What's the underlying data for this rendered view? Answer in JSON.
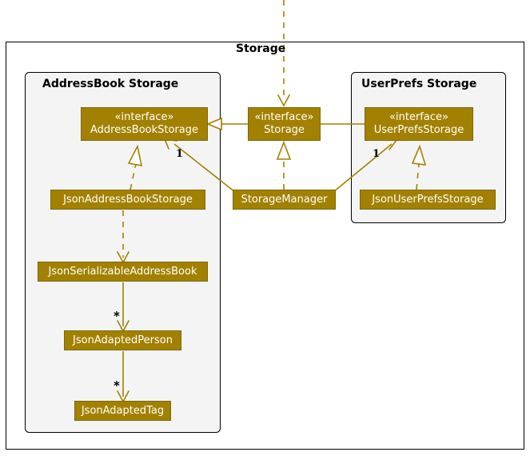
{
  "diagram": {
    "type": "uml-class-diagram",
    "background_color": "#FFFFFF",
    "class_fill_color": "#A28100",
    "class_border_color": "#7F6600",
    "class_text_color": "#FFFFFF",
    "connector_color": "#A28100",
    "package_fill_color": "#F4F4F4",
    "package_border_color": "#000000"
  },
  "packages": {
    "outer": {
      "title": "Storage"
    },
    "addressbook": {
      "title": "AddressBook Storage"
    },
    "userprefs": {
      "title": "UserPrefs Storage"
    }
  },
  "classes": {
    "address_book_storage": {
      "stereotype": "«interface»",
      "name": "AddressBookStorage"
    },
    "storage": {
      "stereotype": "«interface»",
      "name": "Storage"
    },
    "user_prefs_storage": {
      "stereotype": "«interface»",
      "name": "UserPrefsStorage"
    },
    "json_address_book_storage": {
      "stereotype": "",
      "name": "JsonAddressBookStorage"
    },
    "storage_manager": {
      "stereotype": "",
      "name": "StorageManager"
    },
    "json_user_prefs_storage": {
      "stereotype": "",
      "name": "JsonUserPrefsStorage"
    },
    "json_serializable_address_book": {
      "stereotype": "",
      "name": "JsonSerializableAddressBook"
    },
    "json_adapted_person": {
      "stereotype": "",
      "name": "JsonAdaptedPerson"
    },
    "json_adapted_tag": {
      "stereotype": "",
      "name": "JsonAdaptedTag"
    }
  },
  "multiplicities": {
    "storagemanager_to_addressbookstorage": "1",
    "storagemanager_to_userprefsstorage": "1",
    "serializable_to_person": "*",
    "person_to_tag": "*"
  },
  "relationships": [
    {
      "from": "Storage",
      "to": "AddressBookStorage",
      "kind": "generalization"
    },
    {
      "from": "Storage",
      "to": "UserPrefsStorage",
      "kind": "generalization"
    },
    {
      "from": "JsonAddressBookStorage",
      "to": "AddressBookStorage",
      "kind": "realization"
    },
    {
      "from": "JsonUserPrefsStorage",
      "to": "UserPrefsStorage",
      "kind": "realization"
    },
    {
      "from": "StorageManager",
      "to": "Storage",
      "kind": "realization"
    },
    {
      "from": "StorageManager",
      "to": "AddressBookStorage",
      "kind": "association",
      "multiplicity": "1"
    },
    {
      "from": "StorageManager",
      "to": "UserPrefsStorage",
      "kind": "association",
      "multiplicity": "1"
    },
    {
      "from": "JsonAddressBookStorage",
      "to": "JsonSerializableAddressBook",
      "kind": "dependency"
    },
    {
      "from": "JsonSerializableAddressBook",
      "to": "JsonAdaptedPerson",
      "kind": "association",
      "multiplicity": "*"
    },
    {
      "from": "JsonAdaptedPerson",
      "to": "JsonAdaptedTag",
      "kind": "association",
      "multiplicity": "*"
    },
    {
      "from": "external",
      "to": "Storage",
      "kind": "dependency"
    }
  ]
}
